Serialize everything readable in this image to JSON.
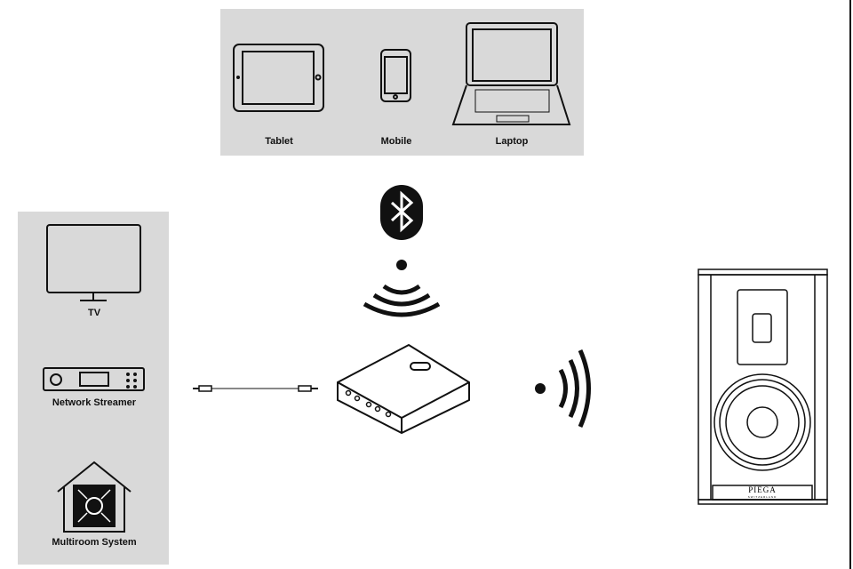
{
  "sources_top": {
    "tablet": "Tablet",
    "mobile": "Mobile",
    "laptop": "Laptop"
  },
  "sources_left": {
    "tv": "TV",
    "streamer": "Network Streamer",
    "multiroom": "Multiroom System"
  },
  "speaker": {
    "brand": "PIEGA",
    "sub": "SWITZERLAND"
  },
  "colors": {
    "panel": "#d9d9d9",
    "ink": "#111111"
  }
}
